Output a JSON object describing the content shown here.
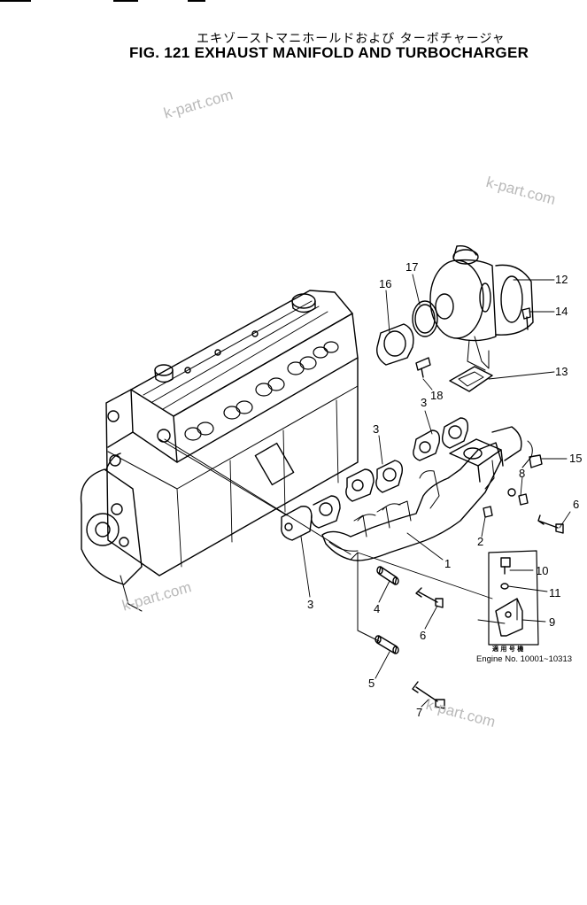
{
  "title_jp": "エキゾーストマニホールドおよび ターボチャージャ",
  "title_en": "FIG. 121  EXHAUST MANIFOLD AND TURBOCHARGER",
  "watermarks": [
    "k-part.com",
    "k-part.com",
    "k-part.com",
    "k-part.com"
  ],
  "callouts": [
    "12",
    "17",
    "16",
    "14",
    "13",
    "18",
    "3",
    "3",
    "15",
    "8",
    "6",
    "2",
    "1",
    "10",
    "11",
    "9",
    "3",
    "4",
    "6",
    "5",
    "7"
  ],
  "applicability": {
    "jp": "適 用 号 機",
    "serial": "Engine No. 10001~10313"
  }
}
